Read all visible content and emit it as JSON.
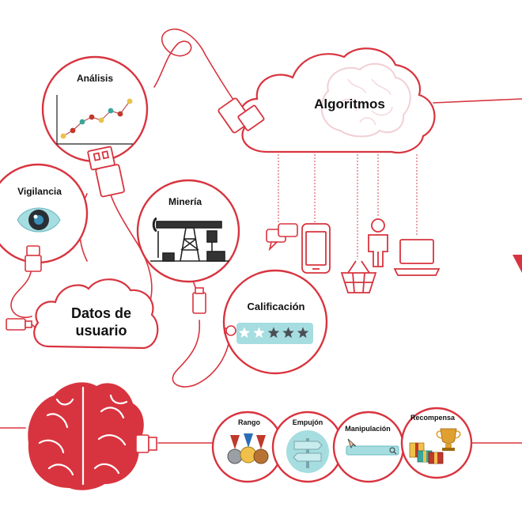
{
  "colors": {
    "accent": "#d8343f",
    "line": "#e0707a",
    "brain_pink": "#f3d5da",
    "teal": "#a6dde0",
    "eye_blue": "#3a8fb6",
    "ink": "#111111"
  },
  "nodes": {
    "analisis": "Análisis",
    "vigilancia": "Vigilancia",
    "mineria": "Minería",
    "algoritmos": "Algoritmos",
    "calificacion": "Calificación",
    "datos_line1": "Datos de",
    "datos_line2": "usuario"
  },
  "bottom_nodes": {
    "rango": "Rango",
    "empujon": "Empujón",
    "manipulacion": "Manipulación",
    "recompensa": "Recompensa"
  },
  "rating": {
    "stars_total": 5,
    "stars_filled": 2
  },
  "icons": {
    "algorithms": "brain-icon",
    "analysis": "line-chart-icon",
    "surveillance": "eye-icon",
    "mining": "oil-pump-icon",
    "rating": "star-rating-icon",
    "user": "brain-icon",
    "rank": "medals-icon",
    "nudge": "signpost-icon",
    "manipulation": "search-bar-icon",
    "reward": "trophy-gifts-icon"
  }
}
